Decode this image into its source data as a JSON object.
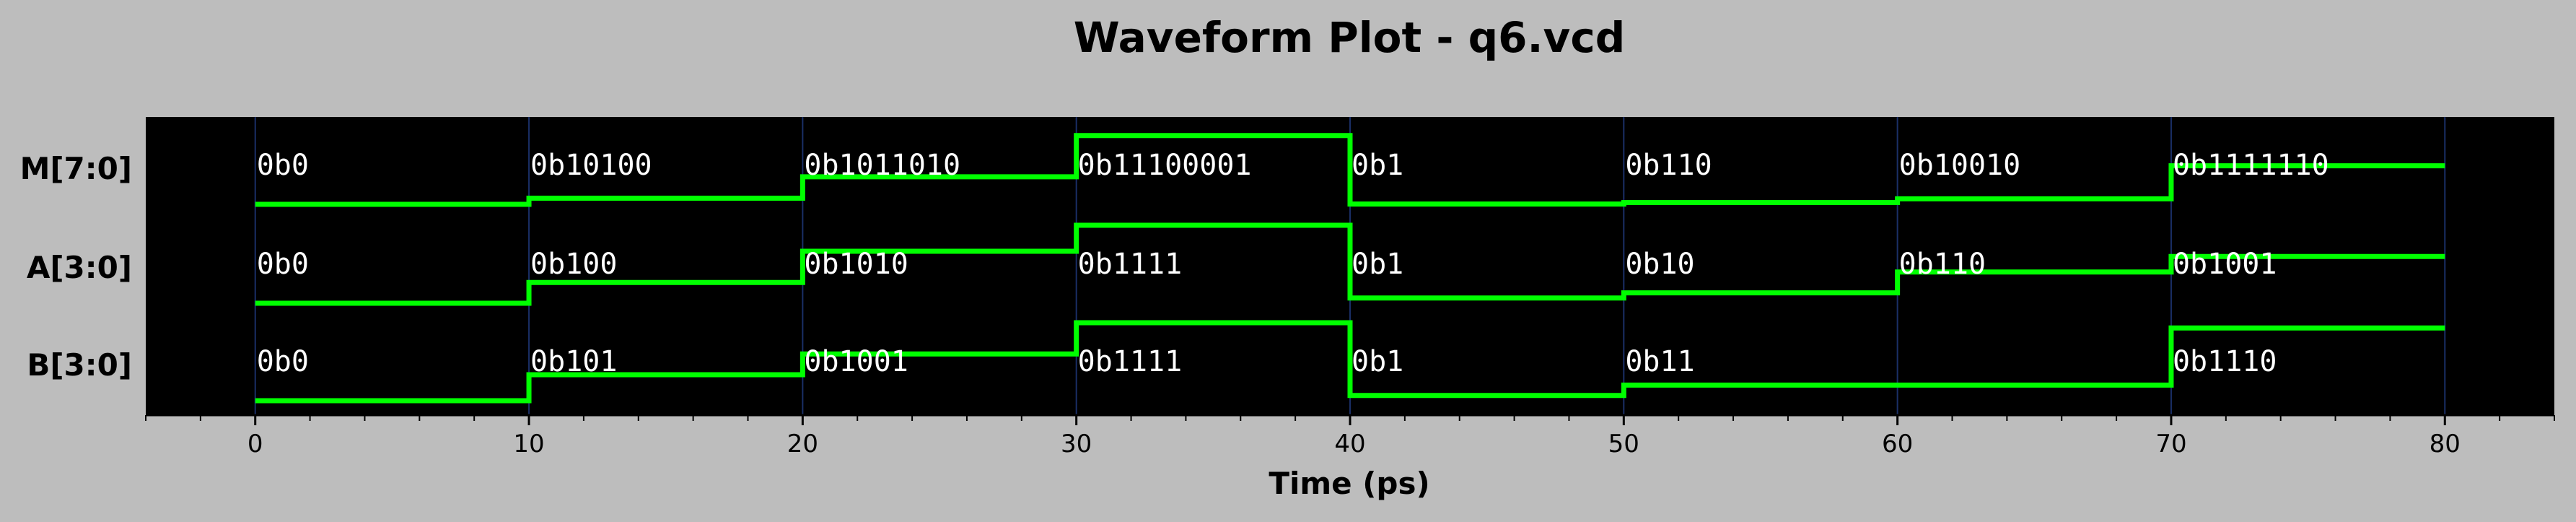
{
  "chart_data": {
    "type": "waveform",
    "title": "Waveform Plot - q6.vcd",
    "xlabel": "Time (ps)",
    "xlim": [
      -4,
      84
    ],
    "x_ticks": [
      0,
      10,
      20,
      30,
      40,
      50,
      60,
      70,
      80
    ],
    "x_tick_labels": [
      "0",
      "10",
      "20",
      "30",
      "40",
      "50",
      "60",
      "70",
      "80"
    ],
    "grid": true,
    "end_time": 80,
    "colors": {
      "background": "#bdbdbd",
      "plot_background": "#000000",
      "trace": "#00ff00",
      "grid": "#1a2f66",
      "value_text": "#ffffff"
    },
    "series": [
      {
        "name": "M[7:0]",
        "times": [
          0,
          10,
          20,
          30,
          40,
          50,
          60,
          70
        ],
        "labels": [
          "0b0",
          "0b10100",
          "0b1011010",
          "0b11100001",
          "0b1",
          "0b110",
          "0b10010",
          "0b1111110"
        ],
        "values": [
          0,
          20,
          90,
          225,
          1,
          6,
          18,
          126
        ],
        "max": 255
      },
      {
        "name": "A[3:0]",
        "times": [
          0,
          10,
          20,
          30,
          40,
          50,
          60,
          70
        ],
        "labels": [
          "0b0",
          "0b100",
          "0b1010",
          "0b1111",
          "0b1",
          "0b10",
          "0b110",
          "0b1001"
        ],
        "values": [
          0,
          4,
          10,
          15,
          1,
          2,
          6,
          9
        ],
        "max": 15
      },
      {
        "name": "B[3:0]",
        "times": [
          0,
          10,
          20,
          30,
          40,
          50,
          70
        ],
        "labels": [
          "0b0",
          "0b101",
          "0b1001",
          "0b1111",
          "0b1",
          "0b11",
          "0b1110"
        ],
        "values": [
          0,
          5,
          9,
          15,
          1,
          3,
          14
        ],
        "max": 15
      }
    ]
  }
}
